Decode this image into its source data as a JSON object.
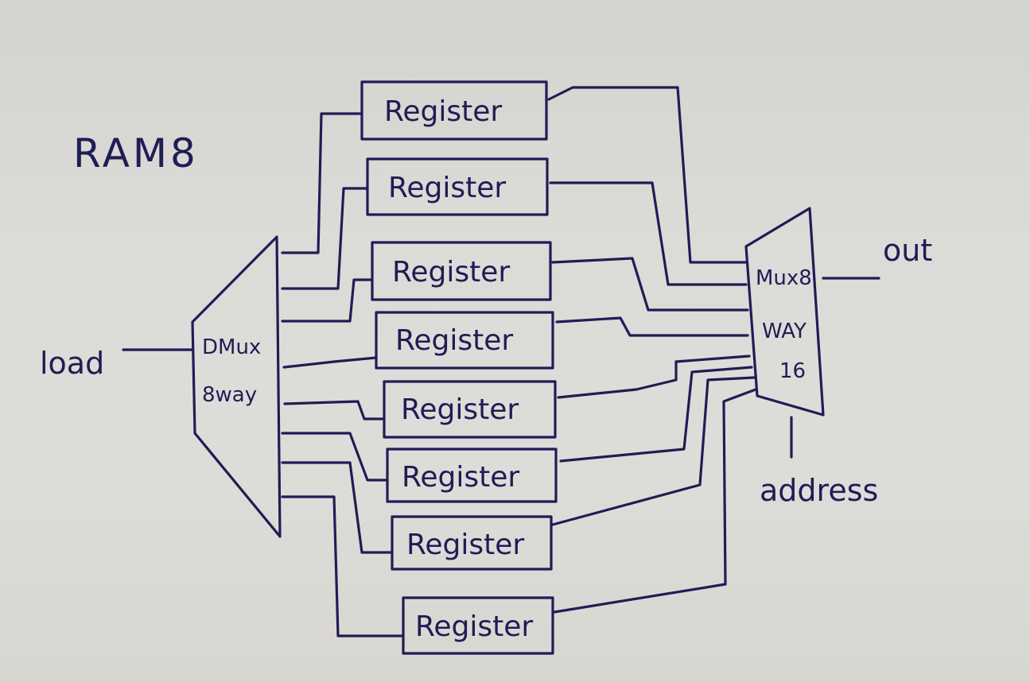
{
  "title": "RAM8",
  "inputs": {
    "load": "load",
    "address": "address"
  },
  "output": "out",
  "dmux": {
    "line1": "DMux",
    "line2": "8way"
  },
  "mux": {
    "line1": "Mux8",
    "line2": "WAY",
    "line3": "16"
  },
  "registers": [
    "Register",
    "Register",
    "Register",
    "Register",
    "Register",
    "Register",
    "Register",
    "Register"
  ],
  "colors": {
    "ink": "#1f1d55",
    "paper": "#dcdbd7"
  }
}
